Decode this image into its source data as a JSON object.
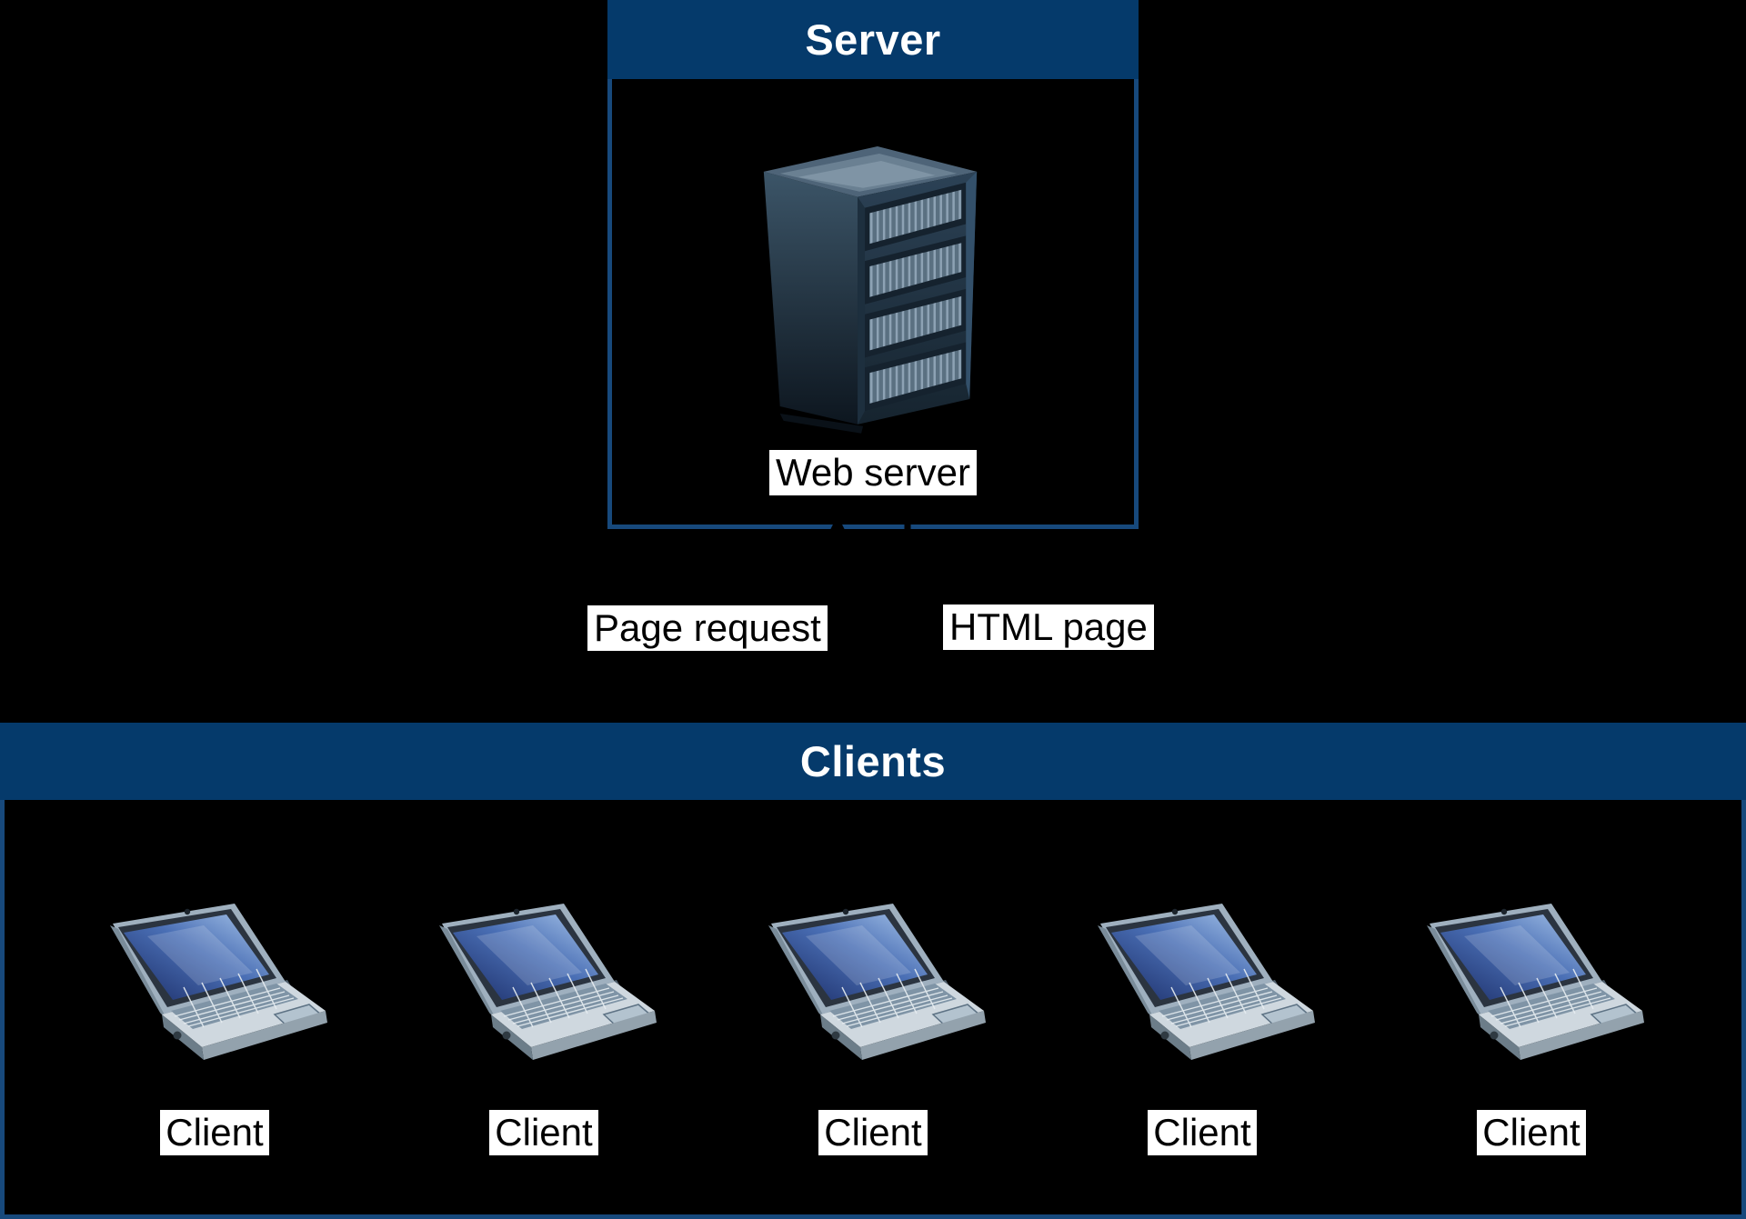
{
  "colors": {
    "background": "#000000",
    "panel_header_fill": "#053a6b",
    "panel_border": "#17497c",
    "header_text": "#ffffff",
    "label_bg": "#ffffff",
    "label_text": "#000000"
  },
  "server_panel": {
    "title": "Server",
    "device_label": "Web server",
    "icon": "server-tower-icon"
  },
  "flow_labels": {
    "request": "Page request",
    "response": "HTML page"
  },
  "clients_panel": {
    "title": "Clients",
    "icon": "laptop-icon",
    "clients": [
      {
        "label": "Client"
      },
      {
        "label": "Client"
      },
      {
        "label": "Client"
      },
      {
        "label": "Client"
      },
      {
        "label": "Client"
      }
    ]
  }
}
